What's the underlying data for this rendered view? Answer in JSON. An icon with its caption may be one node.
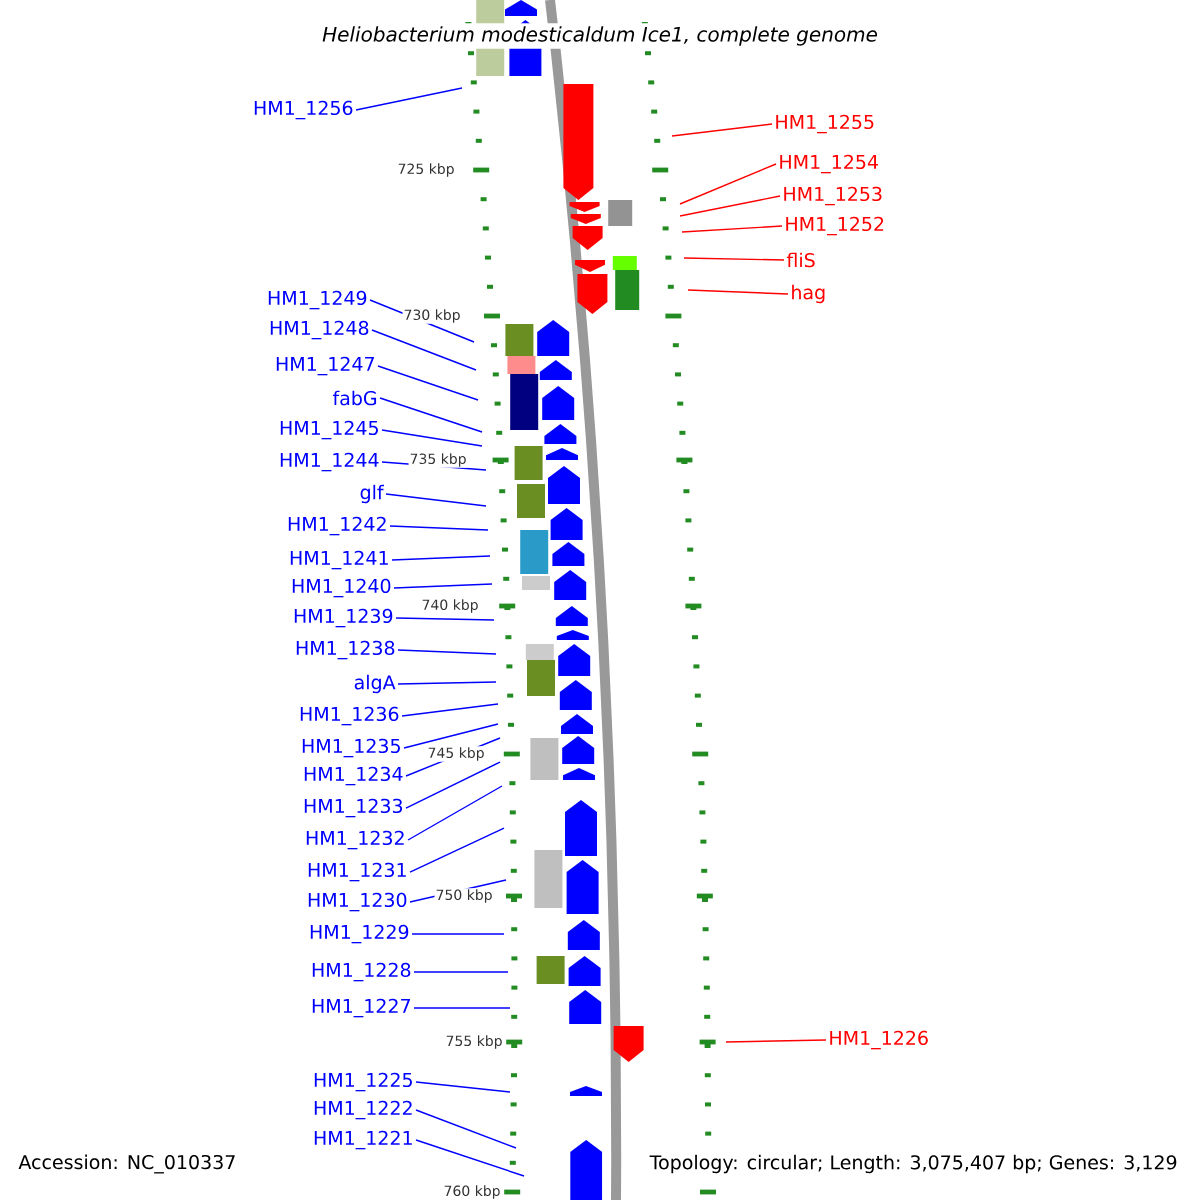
{
  "diagram": {
    "title": "Heliobacterium modesticaldum Ice1, complete genome",
    "nodes": [
      {
        "text": [
          "HM1_1256"
        ]
      },
      {
        "text": [
          "HM1_1255"
        ]
      },
      {
        "text": [
          "HM1_1254"
        ]
      },
      {
        "text": [
          "HM1_1253"
        ]
      },
      {
        "text": [
          "HM1_1252"
        ]
      },
      {
        "text": [
          "fliS"
        ]
      },
      {
        "text": [
          "hag"
        ]
      },
      {
        "text": [
          "HM1_1249"
        ]
      },
      {
        "text": [
          "HM1_1248"
        ]
      },
      {
        "text": [
          "HM1_1247"
        ]
      },
      {
        "text": [
          "fabG"
        ]
      },
      {
        "text": [
          "HM1_1245"
        ]
      },
      {
        "text": [
          "HM1_1244"
        ]
      },
      {
        "text": [
          "glf"
        ]
      },
      {
        "text": [
          "HM1_1242"
        ]
      },
      {
        "text": [
          "HM1_1241"
        ]
      },
      {
        "text": [
          "HM1_1240"
        ]
      },
      {
        "text": [
          "HM1_1239"
        ]
      },
      {
        "text": [
          "HM1_1238"
        ]
      },
      {
        "text": [
          "algA"
        ]
      },
      {
        "text": [
          "HM1_1236"
        ]
      },
      {
        "text": [
          "HM1_1235"
        ]
      },
      {
        "text": [
          "HM1_1234"
        ]
      },
      {
        "text": [
          "HM1_1233"
        ]
      },
      {
        "text": [
          "HM1_1232"
        ]
      },
      {
        "text": [
          "HM1_1231"
        ]
      },
      {
        "text": [
          "HM1_1230"
        ]
      },
      {
        "text": [
          "HM1_1229"
        ]
      },
      {
        "text": [
          "HM1_1228"
        ]
      },
      {
        "text": [
          "HM1_1227"
        ]
      },
      {
        "text": [
          "HM1_1226"
        ]
      },
      {
        "text": [
          "HM1_1225"
        ]
      },
      {
        "text": [
          "HM1_1222"
        ]
      },
      {
        "text": [
          "HM1_1221"
        ]
      }
    ],
    "edges": [
      {
        "from": 0,
        "to": null,
        "arrow": "none"
      },
      {
        "from": 1,
        "to": null,
        "arrow": "none",
        "color": "#ff0000"
      },
      {
        "from": 2,
        "to": null,
        "arrow": "none",
        "color": "#ff0000"
      },
      {
        "from": 3,
        "to": null,
        "arrow": "none",
        "color": "#ff0000"
      },
      {
        "from": 4,
        "to": null,
        "arrow": "none",
        "color": "#ff0000"
      },
      {
        "from": 5,
        "to": null,
        "arrow": "none",
        "color": "#ff0000"
      },
      {
        "from": 6,
        "to": null,
        "arrow": "none",
        "color": "#ff0000"
      },
      {
        "from": 7,
        "to": null,
        "arrow": "none"
      },
      {
        "from": 8,
        "to": null,
        "arrow": "none"
      },
      {
        "from": 9,
        "to": null,
        "arrow": "none"
      },
      {
        "from": 10,
        "to": null,
        "arrow": "none"
      },
      {
        "from": 11,
        "to": null,
        "arrow": "none"
      },
      {
        "from": 12,
        "to": null,
        "arrow": "none"
      },
      {
        "from": 13,
        "to": null,
        "arrow": "none"
      },
      {
        "from": 14,
        "to": null,
        "arrow": "none"
      },
      {
        "from": 15,
        "to": null,
        "arrow": "none"
      },
      {
        "from": 16,
        "to": null,
        "arrow": "none"
      },
      {
        "from": 17,
        "to": null,
        "arrow": "none"
      },
      {
        "from": 18,
        "to": null,
        "arrow": "none"
      },
      {
        "from": 19,
        "to": null,
        "arrow": "none"
      },
      {
        "from": 20,
        "to": null,
        "arrow": "none"
      },
      {
        "from": 21,
        "to": null,
        "arrow": "none"
      },
      {
        "from": 22,
        "to": null,
        "arrow": "none"
      },
      {
        "from": 23,
        "to": null,
        "arrow": "none"
      },
      {
        "from": 24,
        "to": null,
        "arrow": "none"
      },
      {
        "from": 25,
        "to": null,
        "arrow": "none"
      },
      {
        "from": 26,
        "to": null,
        "arrow": "none"
      },
      {
        "from": 27,
        "to": null,
        "arrow": "none"
      },
      {
        "from": 28,
        "to": null,
        "arrow": "none"
      },
      {
        "from": 29,
        "to": null,
        "arrow": "none"
      },
      {
        "from": 30,
        "to": null,
        "arrow": "none",
        "color": "#ff0000"
      },
      {
        "from": 31,
        "to": null,
        "arrow": "none"
      },
      {
        "from": 32,
        "to": null,
        "arrow": "none"
      },
      {
        "from": 33,
        "to": null,
        "arrow": "none"
      }
    ],
    "labels": [
      "725 kbp",
      "730 kbp",
      "735 kbp",
      "740 kbp",
      "745 kbp",
      "750 kbp",
      "755 kbp",
      "760 kbp",
      "Accession: NC_010337",
      "Topology: circular; Length: 3,075,407 bp; Genes: 3,129"
    ]
  }
}
